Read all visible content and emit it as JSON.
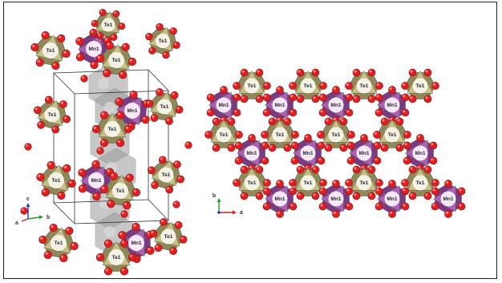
{
  "labels": {
    "te": "Te1",
    "mn": "Mn1"
  },
  "axes": {
    "left": {
      "a": "a",
      "b": "b",
      "c": "c"
    },
    "right": {
      "a": "a",
      "b": "b"
    }
  },
  "colors": {
    "te_face": "#c9c08a",
    "te_shade": "#8f8858",
    "te_center": "#f4f2e4",
    "mn_face": "#b064b8",
    "mn_shade": "#7a3a84",
    "mn_center": "#f6e8f8",
    "oxygen": "#e02020",
    "oxygen_shade": "#900c0c",
    "gray_poly": "#9a9a9a",
    "cell_edge": "#333333"
  }
}
